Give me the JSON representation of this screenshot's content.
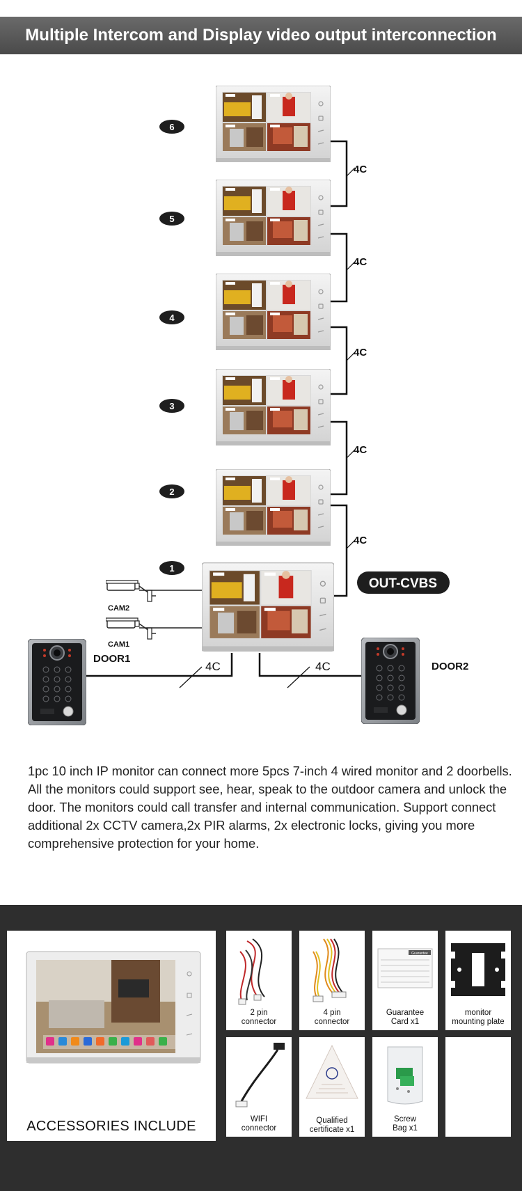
{
  "header": {
    "title": "Multiple Intercom and Display video output interconnection"
  },
  "diagram": {
    "monitor_numbers": [
      "6",
      "5",
      "4",
      "3",
      "2",
      "1"
    ],
    "cable_labels": [
      "4C",
      "4C",
      "4C",
      "4C",
      "4C"
    ],
    "out_label": "OUT-CVBS",
    "cam_labels": [
      "CAM2",
      "CAM1"
    ],
    "door_labels": [
      "DOOR1",
      "DOOR2"
    ],
    "door_cable_labels": [
      "4C",
      "4C"
    ],
    "screen_labels": {
      "door1": "DOOR1",
      "door2": "DOOR2",
      "cam1": "CAM1",
      "cam2": "CAM2"
    }
  },
  "description": "1pc 10 inch IP monitor can connect more 5pcs 7-inch 4 wired monitor and 2 doorbells. All the monitors could support see, hear, speak to the outdoor camera and unlock the door.    The monitors could call transfer and internal communication. Support connect additional 2x CCTV camera,2x PIR alarms, 2x electronic locks, giving you more comprehensive protection for your home.",
  "accessories": {
    "main_label": "ACCESSORIES INCLUDE",
    "items": [
      {
        "label_line1": "2 pin",
        "label_line2": "connector"
      },
      {
        "label_line1": "4 pin",
        "label_line2": "connector"
      },
      {
        "label_line1": "Guarantee",
        "label_line2": "Card x1"
      },
      {
        "label_line1": "monitor",
        "label_line2": "mounting plate"
      },
      {
        "label_line1": "WIFI",
        "label_line2": "connector"
      },
      {
        "label_line1": "Qualified",
        "label_line2": "certificate x1"
      },
      {
        "label_line1": "Screw",
        "label_line2": "Bag x1"
      }
    ],
    "guarantee_card_heading": "Guarantee"
  }
}
